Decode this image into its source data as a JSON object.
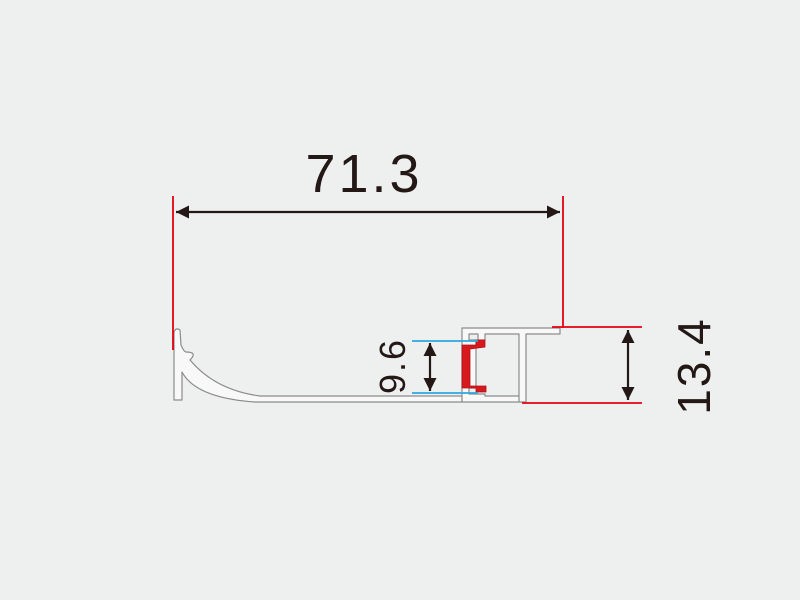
{
  "dimensions": {
    "overall_width": "71.3",
    "overall_height": "13.4",
    "channel_height": "9.6"
  },
  "colors": {
    "background": "#edf0ef",
    "dimension_line": "#231815",
    "extension_red": "#e60012",
    "extension_blue": "#2ea7e0",
    "profile_stroke": "#8c8c8c",
    "profile_fill": "#f8f8f8",
    "seal": "#d7191e"
  }
}
